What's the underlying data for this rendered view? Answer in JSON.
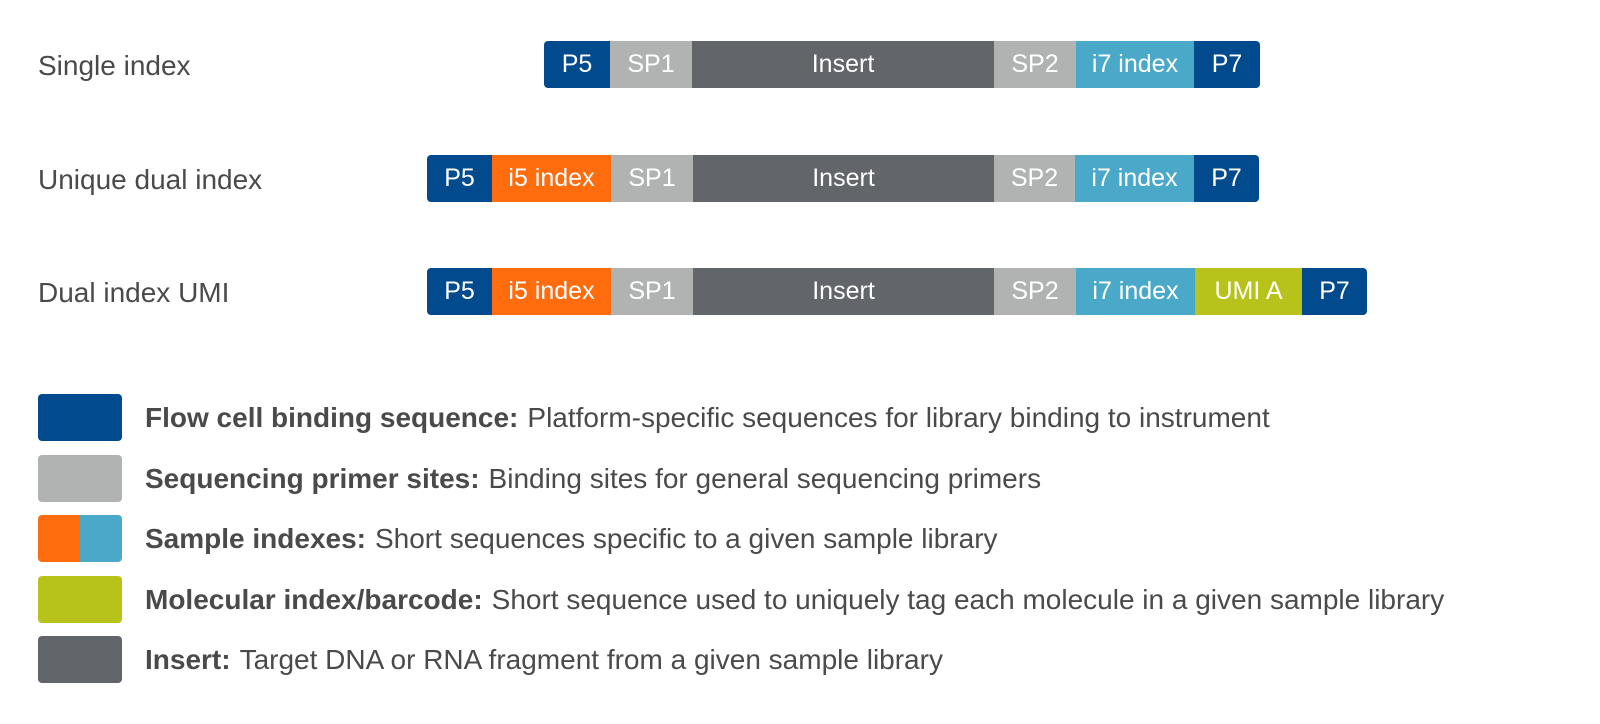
{
  "colors": {
    "flow_cell": "#004a8d",
    "sequencing_primer": "#b1b3b3",
    "i5_index": "#ff6c0e",
    "i7_index": "#4aa9c8",
    "umi": "#b7c31a",
    "insert": "#626569"
  },
  "rows": [
    {
      "label": "Single index",
      "segments": [
        {
          "text": "P5",
          "kind": "flow_cell"
        },
        {
          "text": "SP1",
          "kind": "sequencing_primer"
        },
        {
          "text": "Insert",
          "kind": "insert"
        },
        {
          "text": "SP2",
          "kind": "sequencing_primer"
        },
        {
          "text": "i7 index",
          "kind": "i7_index"
        },
        {
          "text": "P7",
          "kind": "flow_cell"
        }
      ]
    },
    {
      "label": "Unique dual index",
      "segments": [
        {
          "text": "P5",
          "kind": "flow_cell"
        },
        {
          "text": "i5 index",
          "kind": "i5_index"
        },
        {
          "text": "SP1",
          "kind": "sequencing_primer"
        },
        {
          "text": "Insert",
          "kind": "insert"
        },
        {
          "text": "SP2",
          "kind": "sequencing_primer"
        },
        {
          "text": "i7 index",
          "kind": "i7_index"
        },
        {
          "text": "P7",
          "kind": "flow_cell"
        }
      ]
    },
    {
      "label": "Dual index UMI",
      "segments": [
        {
          "text": "P5",
          "kind": "flow_cell"
        },
        {
          "text": "i5 index",
          "kind": "i5_index"
        },
        {
          "text": "SP1",
          "kind": "sequencing_primer"
        },
        {
          "text": "Insert",
          "kind": "insert"
        },
        {
          "text": "SP2",
          "kind": "sequencing_primer"
        },
        {
          "text": "i7 index",
          "kind": "i7_index"
        },
        {
          "text": "UMI A",
          "kind": "umi"
        },
        {
          "text": "P7",
          "kind": "flow_cell"
        }
      ]
    }
  ],
  "legend": [
    {
      "term": "Flow cell binding sequence:",
      "desc": "Platform-specific sequences for library binding to instrument",
      "swatch": [
        "flow_cell"
      ]
    },
    {
      "term": "Sequencing primer sites:",
      "desc": "Binding sites for general sequencing primers",
      "swatch": [
        "sequencing_primer"
      ]
    },
    {
      "term": "Sample indexes:",
      "desc": "Short sequences specific to a given sample library",
      "swatch": [
        "i5_index",
        "i7_index"
      ]
    },
    {
      "term": "Molecular index/barcode:",
      "desc": "Short sequence used to uniquely tag each molecule in a given sample library",
      "swatch": [
        "umi"
      ]
    },
    {
      "term": "Insert:",
      "desc": "Target DNA or RNA fragment from a given sample library",
      "swatch": [
        "insert"
      ]
    }
  ]
}
